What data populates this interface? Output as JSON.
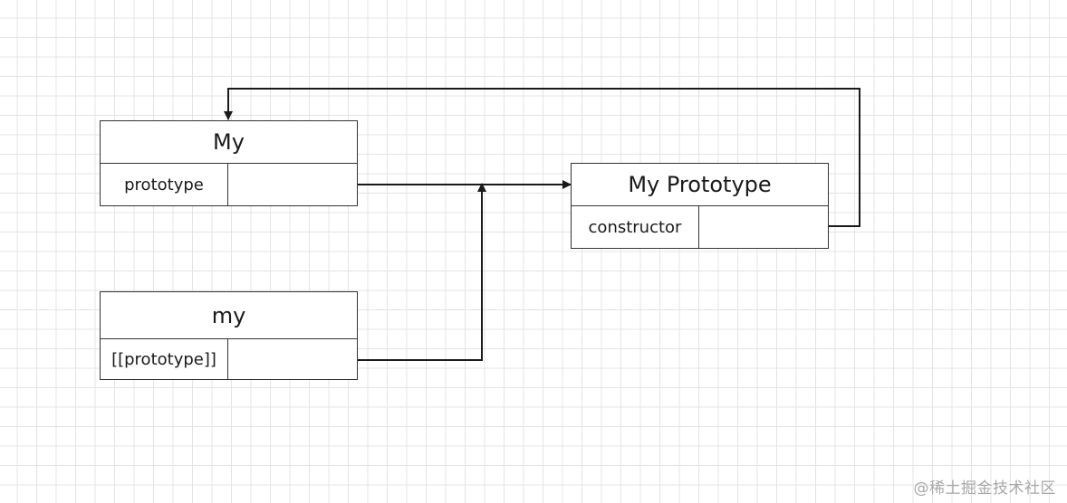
{
  "diagram": {
    "nodes": {
      "my_constructor": {
        "title": "My",
        "key": "prototype"
      },
      "my_instance": {
        "title": "my",
        "key": "[[prototype]]"
      },
      "my_prototype": {
        "title": "My Prototype",
        "key": "constructor"
      }
    },
    "edges": [
      {
        "from": "my_constructor.prototype",
        "to": "my_prototype"
      },
      {
        "from": "my_instance.[[prototype]]",
        "to": "my_prototype"
      },
      {
        "from": "my_prototype.constructor",
        "to": "my_constructor"
      }
    ],
    "colors": {
      "line": "#1a1a1a",
      "border": "#333333",
      "grid": "#e4e4e4"
    }
  },
  "watermark": "@稀土掘金技术社区"
}
